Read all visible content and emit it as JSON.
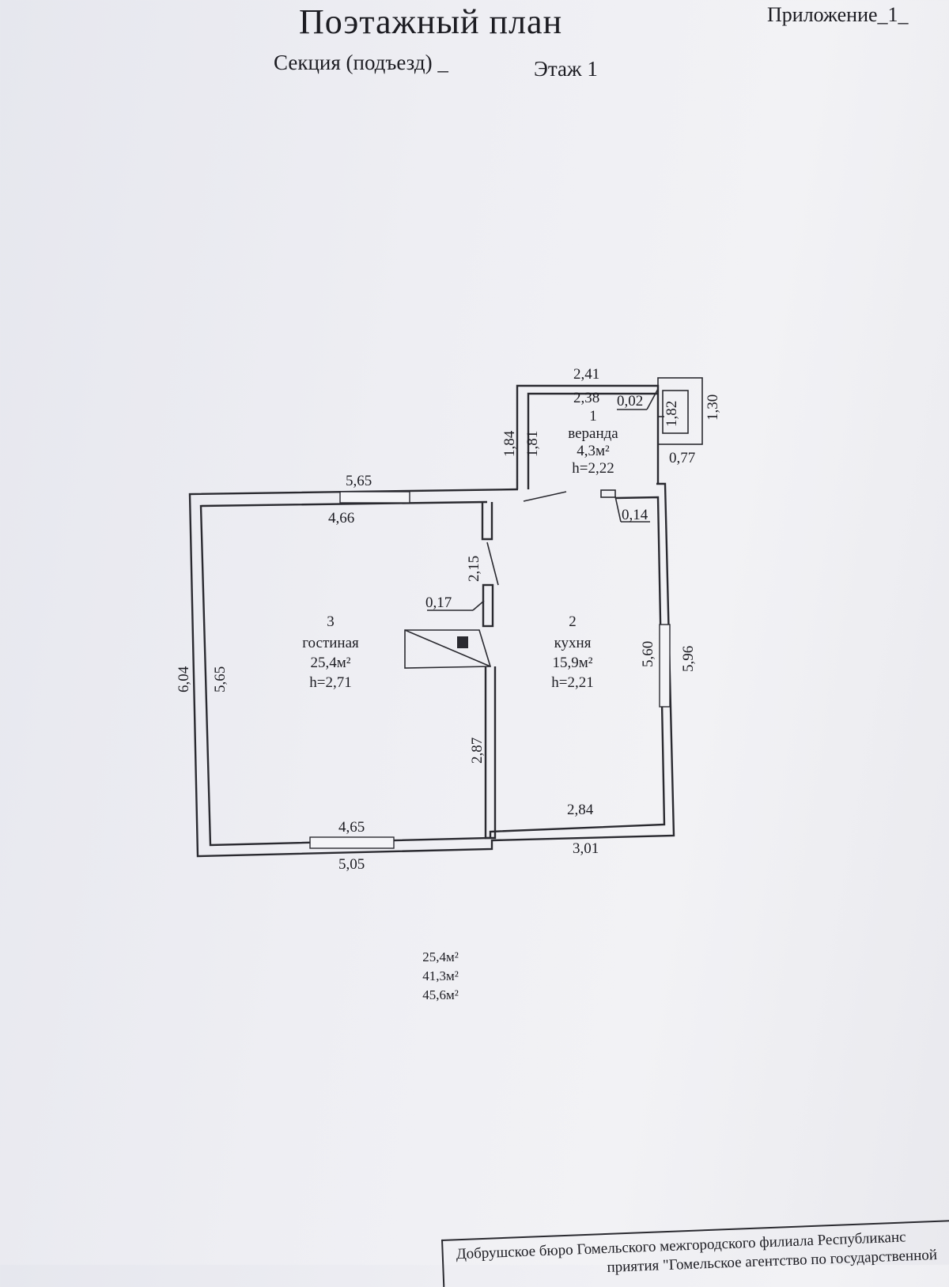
{
  "header": {
    "title": "Поэтажный план",
    "appendix": "Приложение_1_",
    "section": "Секция (подъезд) _",
    "floor": "Этаж 1"
  },
  "rooms": [
    {
      "number": "1",
      "name": "веранда",
      "area": "4,3м²",
      "height": "h=2,22"
    },
    {
      "number": "2",
      "name": "кухня",
      "area": "15,9м²",
      "height": "h=2,21"
    },
    {
      "number": "3",
      "name": "гостиная",
      "area": "25,4м²",
      "height": "h=2,71"
    }
  ],
  "dimensions": {
    "veranda_top_outer": "2,41",
    "veranda_top_inner": "2,38",
    "veranda_gap": "0,02",
    "veranda_left_outer": "1,84",
    "veranda_left_inner": "1,81",
    "annex_inner": "1,82",
    "annex_outer": "1,30",
    "annex_bottom": "0,77",
    "chimney_small": "0,14",
    "top_outer": "5,65",
    "top_inner": "4,66",
    "partition_upper": "2,15",
    "partition_thickness": "0,17",
    "partition_lower": "2,87",
    "left_outer": "6,04",
    "left_inner": "5,65",
    "right_inner": "5,60",
    "right_outer": "5,96",
    "bottom_inner_left": "4,65",
    "bottom_outer_left": "5,05",
    "bottom_inner_right": "2,84",
    "bottom_outer_right": "3,01"
  },
  "totals": [
    "25,4м²",
    "41,3м²",
    "45,6м²"
  ],
  "footer": {
    "line1": "Добрушское бюро Гомельского межгородского филиала Республиканс",
    "line2": "приятия \"Гомельское агентство по государственной"
  }
}
